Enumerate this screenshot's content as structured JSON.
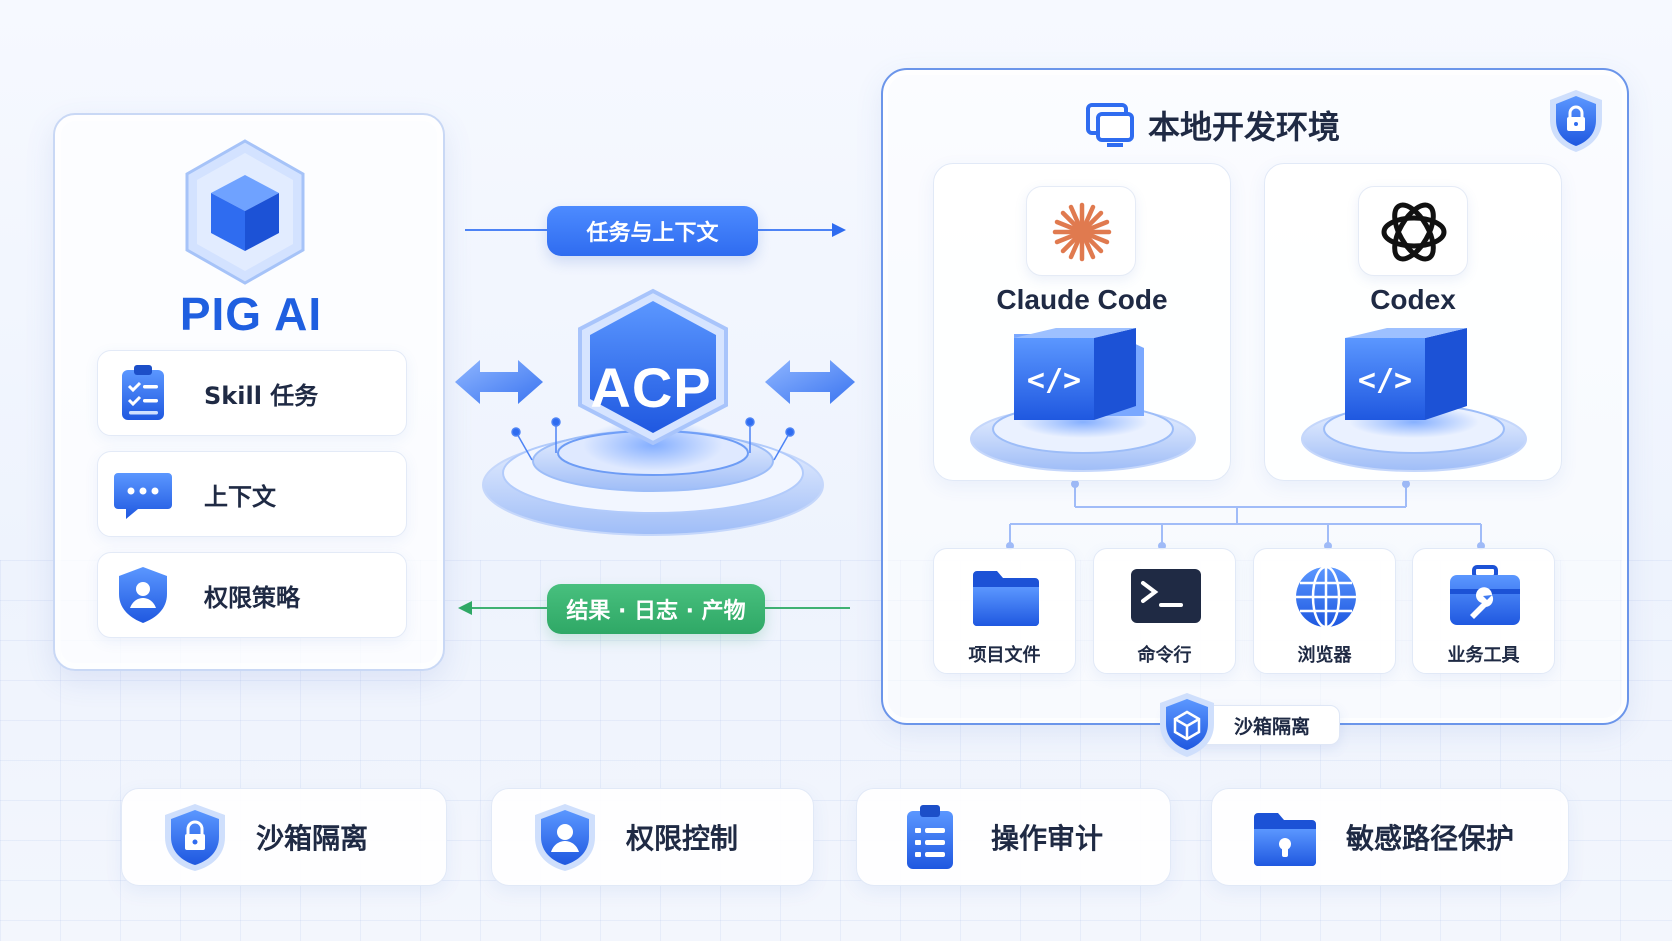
{
  "brand": {
    "title": "PIG AI"
  },
  "left_features": [
    {
      "label": "Skill 任务",
      "icon": "clipboard-checklist-icon"
    },
    {
      "label": "上下文",
      "icon": "chat-bubble-icon"
    },
    {
      "label": "权限策略",
      "icon": "shield-user-icon"
    }
  ],
  "flow": {
    "request_label": "任务与上下文",
    "response_label": "结果 · 日志 · 产物",
    "hub_label": "ACP"
  },
  "environment": {
    "title": "本地开发环境",
    "agents": [
      {
        "name": "Claude Code",
        "logo": "claude-spark-icon"
      },
      {
        "name": "Codex",
        "logo": "openai-knot-icon"
      }
    ],
    "tools": [
      {
        "label": "项目文件",
        "icon": "folder-icon"
      },
      {
        "label": "命令行",
        "icon": "terminal-icon"
      },
      {
        "label": "浏览器",
        "icon": "globe-icon"
      },
      {
        "label": "业务工具",
        "icon": "toolbox-icon"
      }
    ],
    "sandbox_label": "沙箱隔离"
  },
  "bottom_features": [
    {
      "label": "沙箱隔离",
      "icon": "shield-lock-icon"
    },
    {
      "label": "权限控制",
      "icon": "shield-user-icon"
    },
    {
      "label": "操作审计",
      "icon": "clipboard-list-icon"
    },
    {
      "label": "敏感路径保护",
      "icon": "folder-lock-icon"
    }
  ],
  "colors": {
    "primary": "#2f6cf0",
    "success": "#2fa866",
    "text": "#1f2a44"
  }
}
